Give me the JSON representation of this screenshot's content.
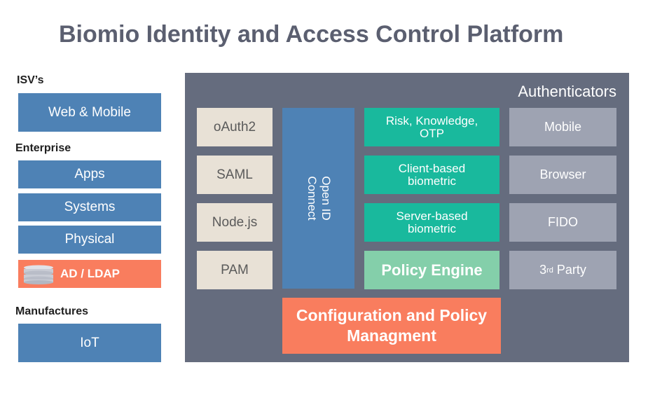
{
  "title": "Biomio Identity and Access Control Platform",
  "left": {
    "isv": {
      "label": "ISV’s",
      "items": [
        "Web & Mobile"
      ]
    },
    "enterprise": {
      "label": "Enterprise",
      "items": [
        "Apps",
        "Systems",
        "Physical"
      ],
      "highlight": "AD / LDAP"
    },
    "manufactures": {
      "label": "Manufactures",
      "items": [
        "IoT"
      ]
    }
  },
  "panel": {
    "authenticators_label": "Authenticators",
    "protocols": [
      "oAuth2",
      "SAML",
      "Node.js",
      "PAM"
    ],
    "openid": {
      "line1": "Open ID",
      "line2": "Connect"
    },
    "methods": [
      {
        "line1": "Risk, Knowledge,",
        "line2": "OTP"
      },
      {
        "line1": "Client-based",
        "line2": "biometric"
      },
      {
        "line1": "Server-based",
        "line2": "biometric"
      }
    ],
    "policy_engine": "Policy Engine",
    "authenticators": [
      "Mobile",
      "Browser",
      "FIDO"
    ],
    "third_party": {
      "prefix": "3",
      "sup": "rd",
      "suffix": " Party"
    },
    "config": {
      "line1": "Configuration and Policy",
      "line2": "Managment"
    }
  },
  "colors": {
    "blue": "#4e82b5",
    "orange": "#f97d5e",
    "panel": "#656c7e",
    "beige": "#e8e1d6",
    "teal": "#19b99d",
    "green": "#84cfaa",
    "grey": "#9ea3b2"
  },
  "icons": {
    "database": "database-icon"
  }
}
